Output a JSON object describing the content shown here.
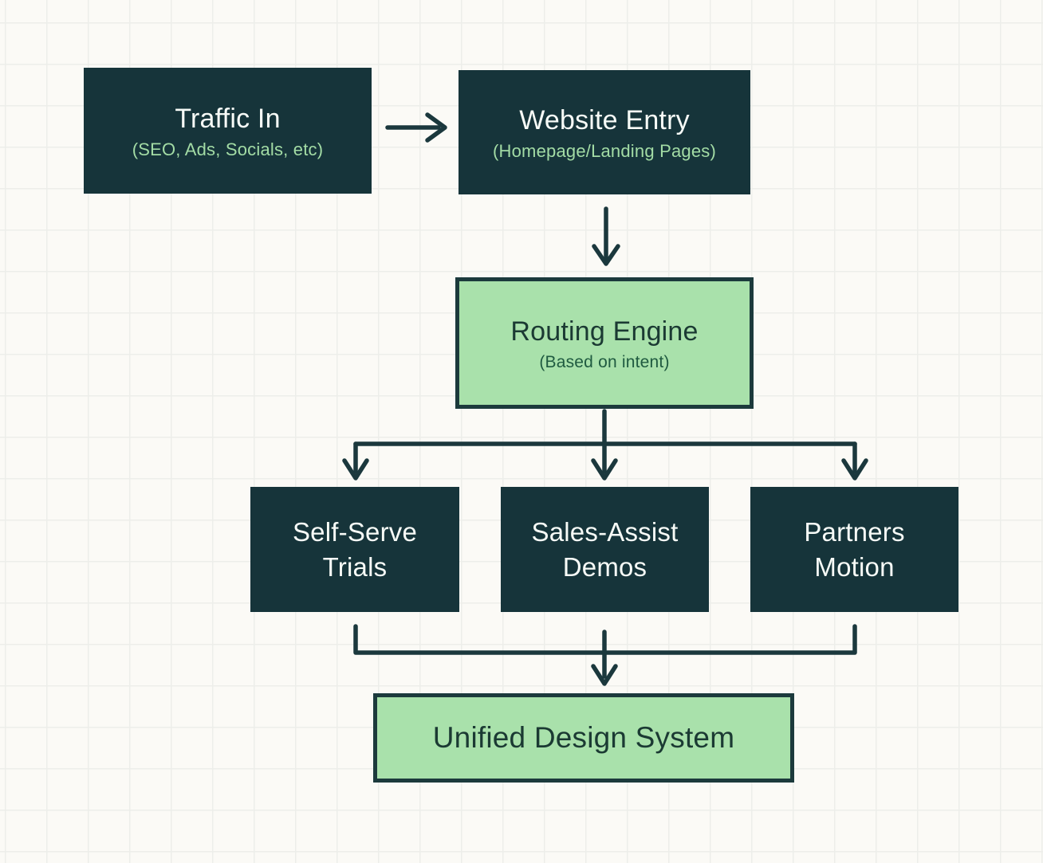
{
  "diagram": {
    "type": "flowchart",
    "nodes": {
      "traffic_in": {
        "title": "Traffic In",
        "subtitle": "(SEO, Ads, Socials, etc)"
      },
      "website_entry": {
        "title": "Website Entry",
        "subtitle": "(Homepage/Landing Pages)"
      },
      "routing_engine": {
        "title": "Routing Engine",
        "subtitle": "(Based on intent)"
      },
      "self_serve": {
        "title": "Self-Serve Trials"
      },
      "sales_assist": {
        "title": "Sales-Assist Demos"
      },
      "partners": {
        "title": "Partners Motion"
      },
      "unified": {
        "title": "Unified Design System"
      }
    },
    "edges": [
      {
        "from": "traffic_in",
        "to": "website_entry"
      },
      {
        "from": "website_entry",
        "to": "routing_engine"
      },
      {
        "from": "routing_engine",
        "to": "self_serve"
      },
      {
        "from": "routing_engine",
        "to": "sales_assist"
      },
      {
        "from": "routing_engine",
        "to": "partners"
      },
      {
        "from": "self_serve",
        "to": "unified"
      },
      {
        "from": "sales_assist",
        "to": "unified"
      },
      {
        "from": "partners",
        "to": "unified"
      }
    ],
    "colors": {
      "dark_box": "#16343A",
      "green_box_fill": "#A9E1AB",
      "green_box_border": "#1C3A3C",
      "title_on_dark": "#F7FBF7",
      "subtitle_on_dark": "#A3DCA5",
      "title_on_green": "#1B3A33",
      "subtitle_on_green": "#1F5A40",
      "connector_line": "#1B383D",
      "background": "#FBFAF6",
      "grid_line": "#EDEEEA"
    }
  }
}
